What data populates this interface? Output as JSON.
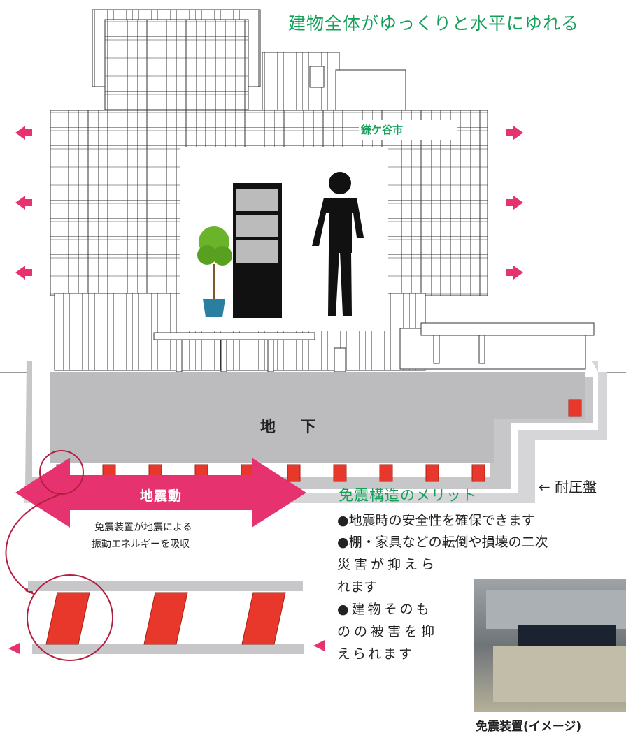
{
  "headline": "建物全体がゆっくりと水平にゆれる",
  "city_logo": "鎌ケ谷市",
  "basement_label": "地 下",
  "pressure_mat_label": "← 耐圧盤",
  "quake_label": "地震動",
  "absorb_text": [
    "免震装置が地震による",
    "振動エネルギーを吸収"
  ],
  "merits": {
    "title": "免震構造のメリット",
    "line1": "●地震時の安全性を確保できます",
    "line2a": "●棚・家具などの転倒や損壊の二次",
    "line2b": "災害が抑えら",
    "line2c": "れます",
    "line3a": "●建物そのも",
    "line3b": "のの被害を抑",
    "line3c": "えられます"
  },
  "photo_caption": "免震装置(イメージ)",
  "colors": {
    "accent_green": "#15a05a",
    "arrow_pink": "#e6336f",
    "isolator_red": "#e8382c"
  }
}
